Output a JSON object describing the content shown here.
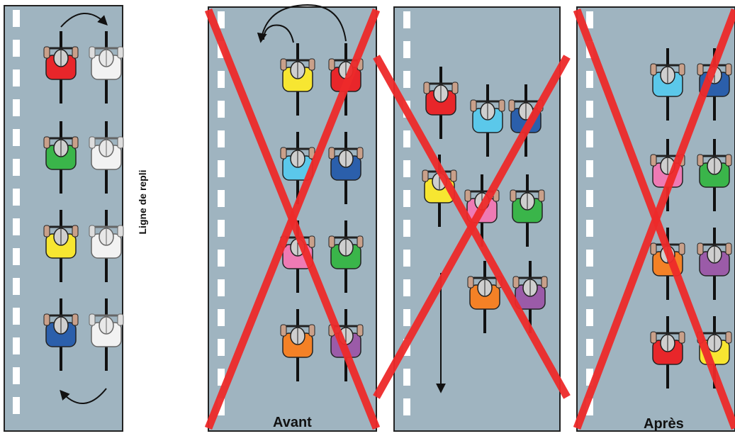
{
  "colors": {
    "road": "#9fb4c0",
    "lane_marking": "#ffffff",
    "cross": "#ee2a2a",
    "line": "#111111",
    "ghost_jersey": "#f2f2f2"
  },
  "panel_1": {
    "side_label": "Ligne de repli",
    "riders_left": [
      "red",
      "green",
      "yellow",
      "blue"
    ],
    "riders_right": [
      "ghost",
      "ghost",
      "ghost",
      "ghost"
    ]
  },
  "panel_2": {
    "caption": "Avant",
    "crossed_out": true,
    "riders_left": [
      "yellow",
      "cyan",
      "pink",
      "orange"
    ],
    "riders_right": [
      "red",
      "blue",
      "green",
      "purple"
    ]
  },
  "panel_3": {
    "crossed_out": true,
    "riders": [
      "red",
      "cyan",
      "blue",
      "yellow",
      "pink",
      "green",
      "orange",
      "purple"
    ]
  },
  "panel_4": {
    "caption": "Après",
    "crossed_out": true,
    "riders_left": [
      "cyan",
      "pink",
      "orange",
      "red"
    ],
    "riders_right": [
      "blue",
      "green",
      "purple",
      "yellow"
    ]
  },
  "jersey_colors": {
    "red": "#e8262a",
    "green": "#3ab54a",
    "yellow": "#f7e631",
    "blue": "#2b5fab",
    "cyan": "#5bc8ea",
    "pink": "#ee7ab4",
    "orange": "#f48126",
    "purple": "#9b5ba8",
    "ghost": "#f2f2f2"
  }
}
